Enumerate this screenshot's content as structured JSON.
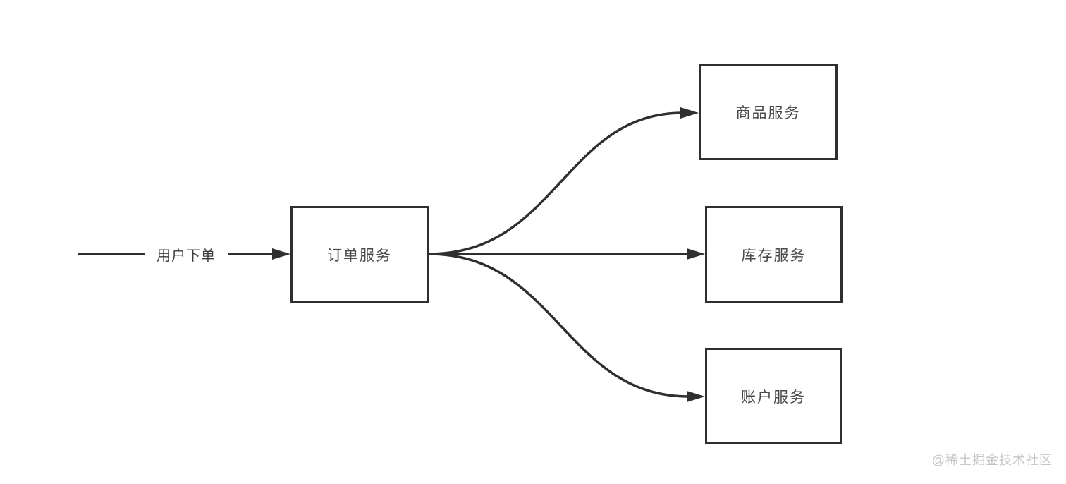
{
  "diagram": {
    "title": "order-service-fanout-diagram",
    "nodes": [
      {
        "id": "order-service",
        "label": "订单服务"
      },
      {
        "id": "product-service",
        "label": "商品服务"
      },
      {
        "id": "inventory-service",
        "label": "库存服务"
      },
      {
        "id": "account-service",
        "label": "账户服务"
      }
    ],
    "edges": [
      {
        "id": "user-order-to-order-service",
        "label": "用户下单",
        "from": "user",
        "to": "order-service"
      },
      {
        "id": "order-to-product",
        "label": "",
        "from": "order-service",
        "to": "product-service"
      },
      {
        "id": "order-to-inventory",
        "label": "",
        "from": "order-service",
        "to": "inventory-service"
      },
      {
        "id": "order-to-account",
        "label": "",
        "from": "order-service",
        "to": "account-service"
      }
    ],
    "colors": {
      "stroke": "#2f2f2f",
      "node_border": "#2f2f2f",
      "node_text": "#4a4a4a",
      "edge_label_text": "#3c3c3c",
      "watermark_text": "#c6c6c6",
      "background": "#ffffff"
    }
  },
  "watermark": "@稀土掘金技术社区"
}
